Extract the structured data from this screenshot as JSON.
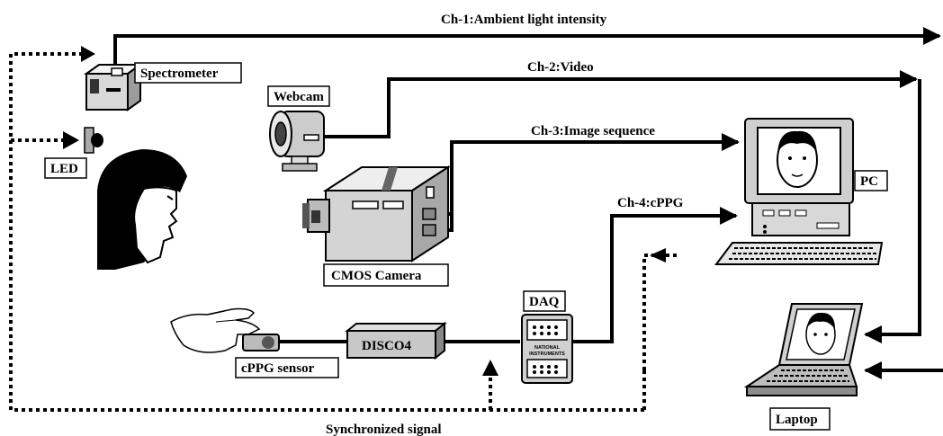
{
  "channels": {
    "ch1": "Ch-1:Ambient light intensity",
    "ch2": "Ch-2:Video",
    "ch3": "Ch-3:Image sequence",
    "ch4": "Ch-4:cPPG"
  },
  "devices": {
    "spectrometer": "Spectrometer",
    "webcam": "Webcam",
    "led": "LED",
    "cmos_camera": "CMOS Camera",
    "pc": "PC",
    "daq": "DAQ",
    "disco4": "DISCO4",
    "cppg_sensor": "cPPG sensor",
    "laptop": "Laptop",
    "ni_logo_line1": "NATIONAL",
    "ni_logo_line2": "INSTRUMENTS"
  },
  "sync_label": "Synchronized signal"
}
